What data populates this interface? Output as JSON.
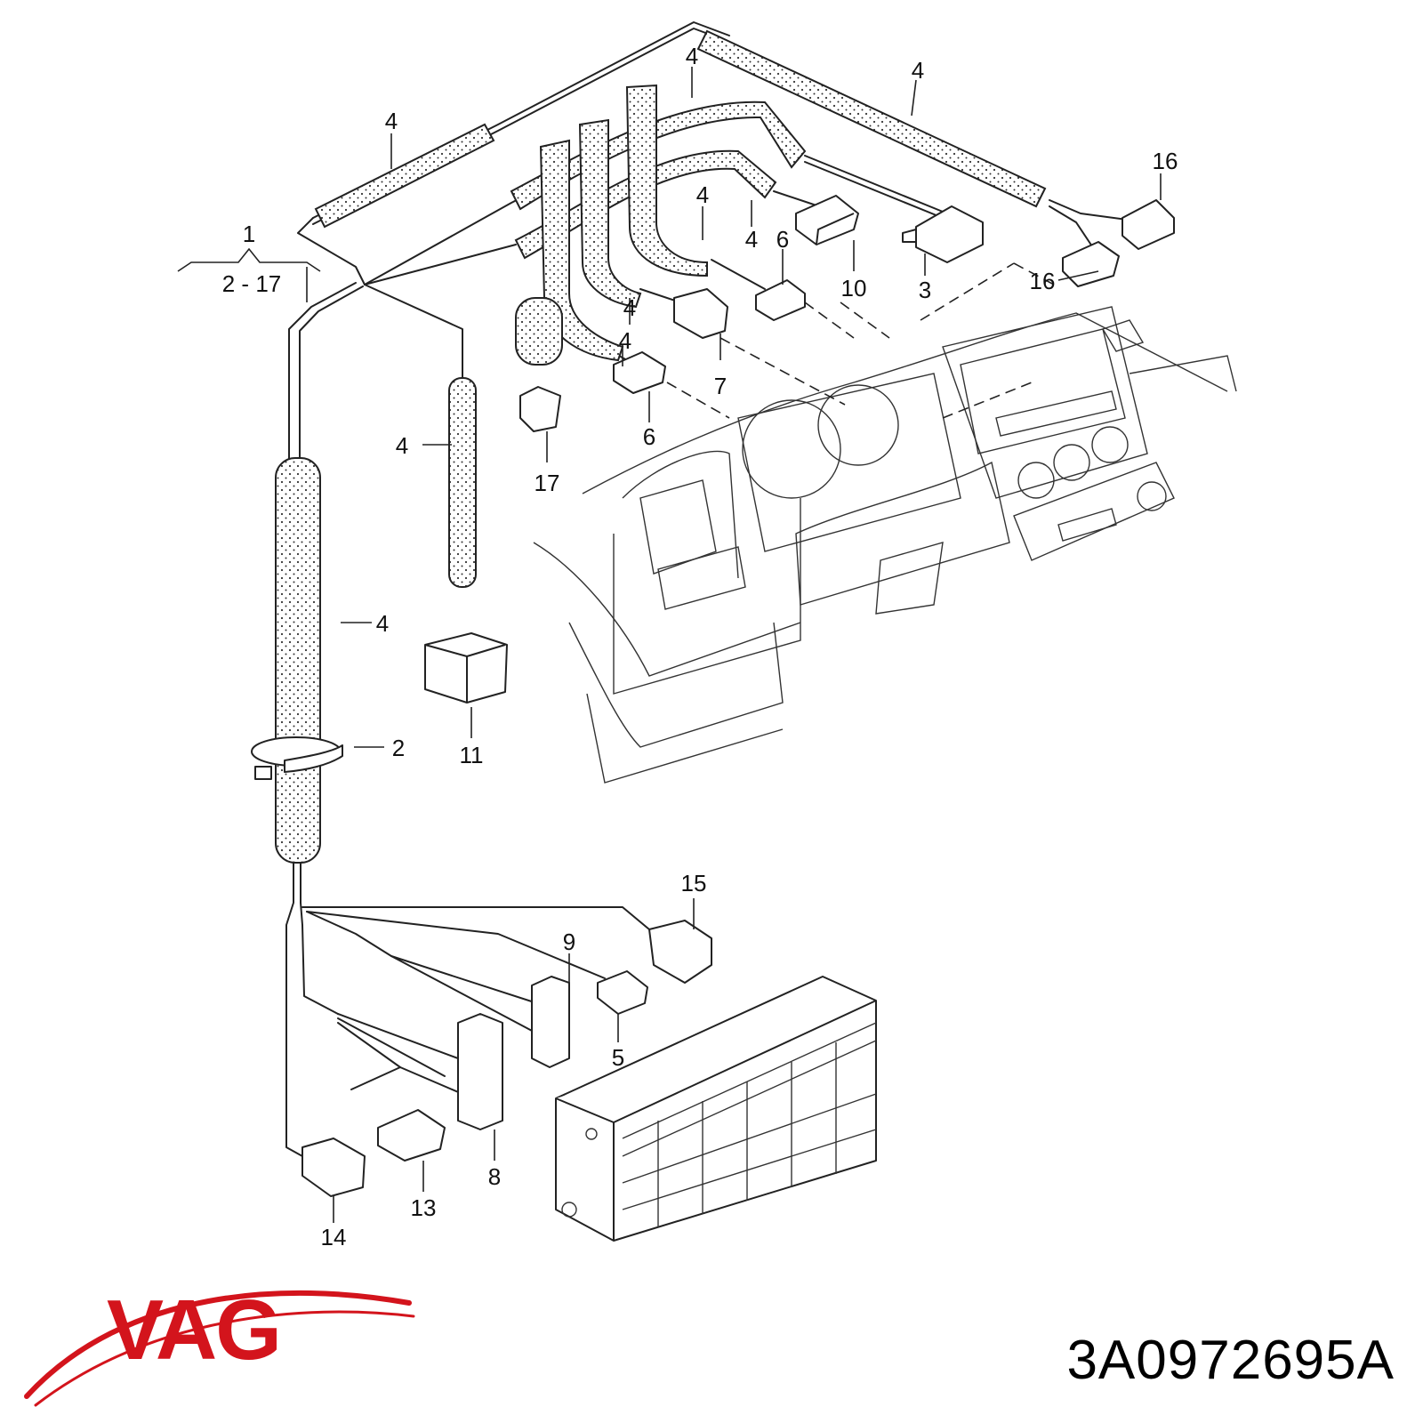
{
  "callouts": {
    "c1": "1",
    "c2_17": "2 - 17",
    "c2": "2",
    "c3": "3",
    "c4": "4",
    "c5": "5",
    "c6": "6",
    "c7": "7",
    "c8": "8",
    "c9": "9",
    "c10": "10",
    "c11": "11",
    "c13": "13",
    "c14": "14",
    "c15": "15",
    "c16": "16",
    "c17": "17"
  },
  "brand": {
    "name": "VAG",
    "color": "#d3141c"
  },
  "part_number": "3A0972695A"
}
